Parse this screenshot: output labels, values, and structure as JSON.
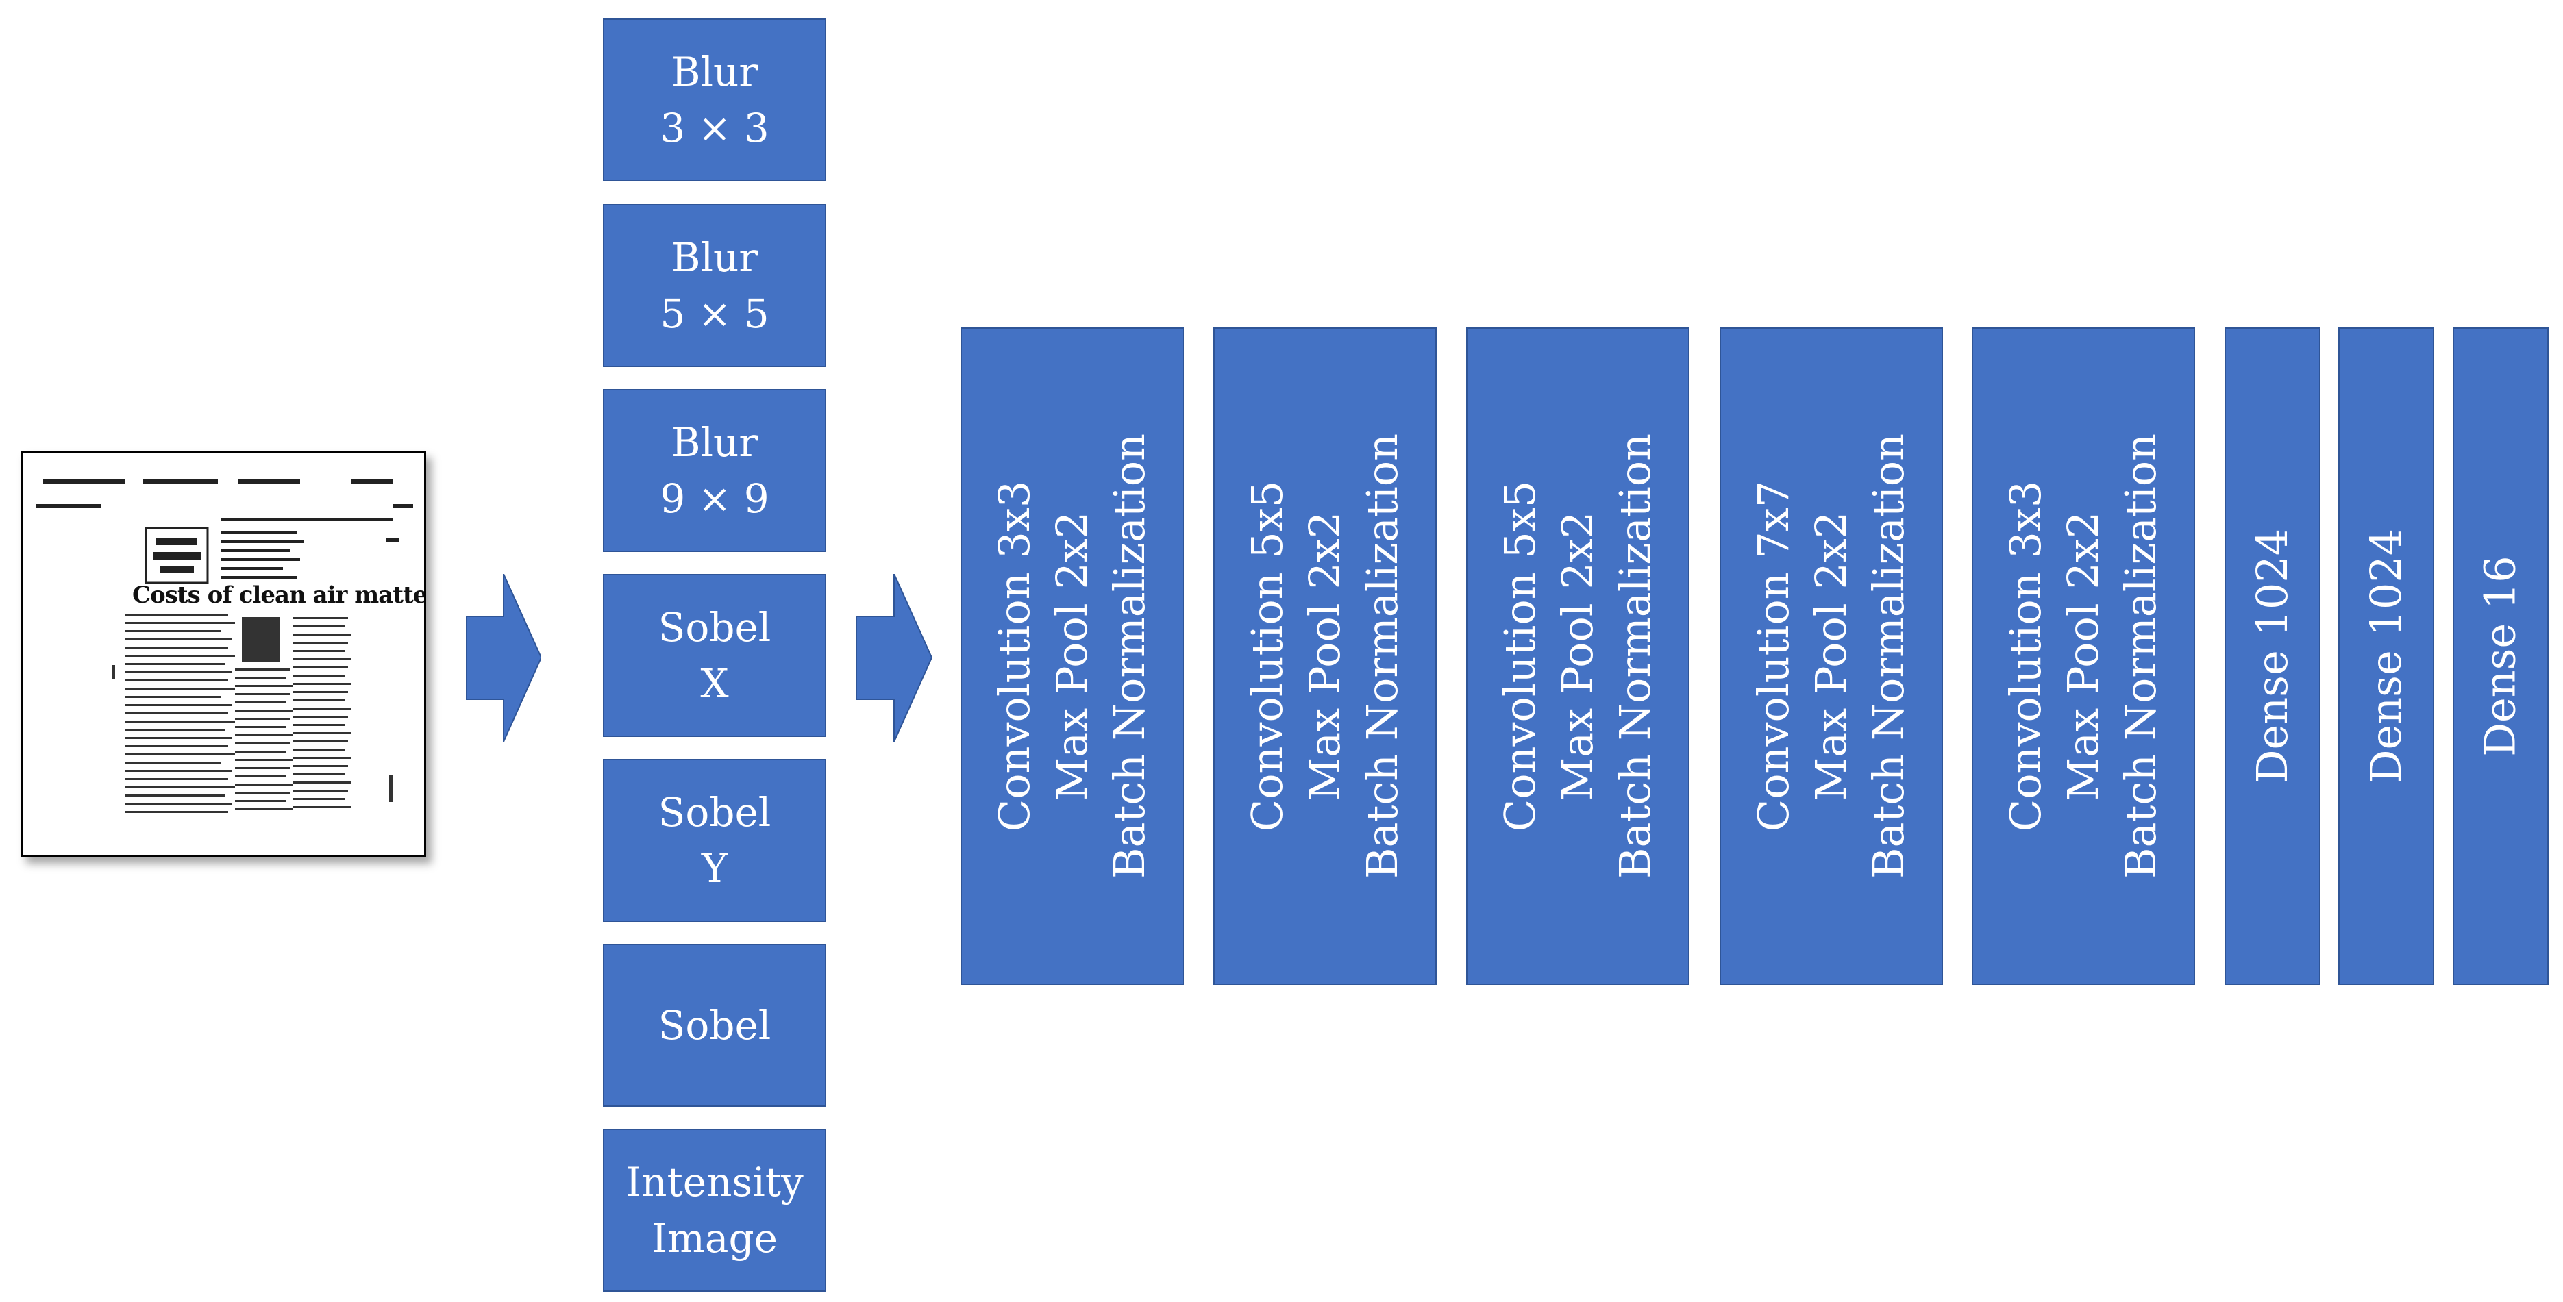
{
  "input_image": {
    "headline": "Costs of clean air matter"
  },
  "filters": [
    {
      "line1": "Blur",
      "line2": "3 × 3"
    },
    {
      "line1": "Blur",
      "line2": "5 × 5"
    },
    {
      "line1": "Blur",
      "line2": "9 × 9"
    },
    {
      "line1": "Sobel",
      "line2": "X"
    },
    {
      "line1": "Sobel",
      "line2": "Y"
    },
    {
      "line1": "Sobel",
      "line2": ""
    },
    {
      "line1": "Intensity",
      "line2": "Image"
    }
  ],
  "conv_layers": [
    {
      "conv": "Convolution 3x3",
      "pool": "Max Pool 2x2",
      "norm": "Batch Normalization"
    },
    {
      "conv": "Convolution 5x5",
      "pool": "Max Pool 2x2",
      "norm": "Batch Normalization"
    },
    {
      "conv": "Convolution 5x5",
      "pool": "Max Pool 2x2",
      "norm": "Batch Normalization"
    },
    {
      "conv": "Convolution 7x7",
      "pool": "Max Pool 2x2",
      "norm": "Batch Normalization"
    },
    {
      "conv": "Convolution 3x3",
      "pool": "Max Pool 2x2",
      "norm": "Batch Normalization"
    }
  ],
  "dense_layers": [
    {
      "label": "Dense 1024"
    },
    {
      "label": "Dense 1024"
    },
    {
      "label": "Dense 16"
    }
  ],
  "colors": {
    "box_fill": "#4472C4",
    "box_border": "#2F5597",
    "text": "#ffffff"
  }
}
